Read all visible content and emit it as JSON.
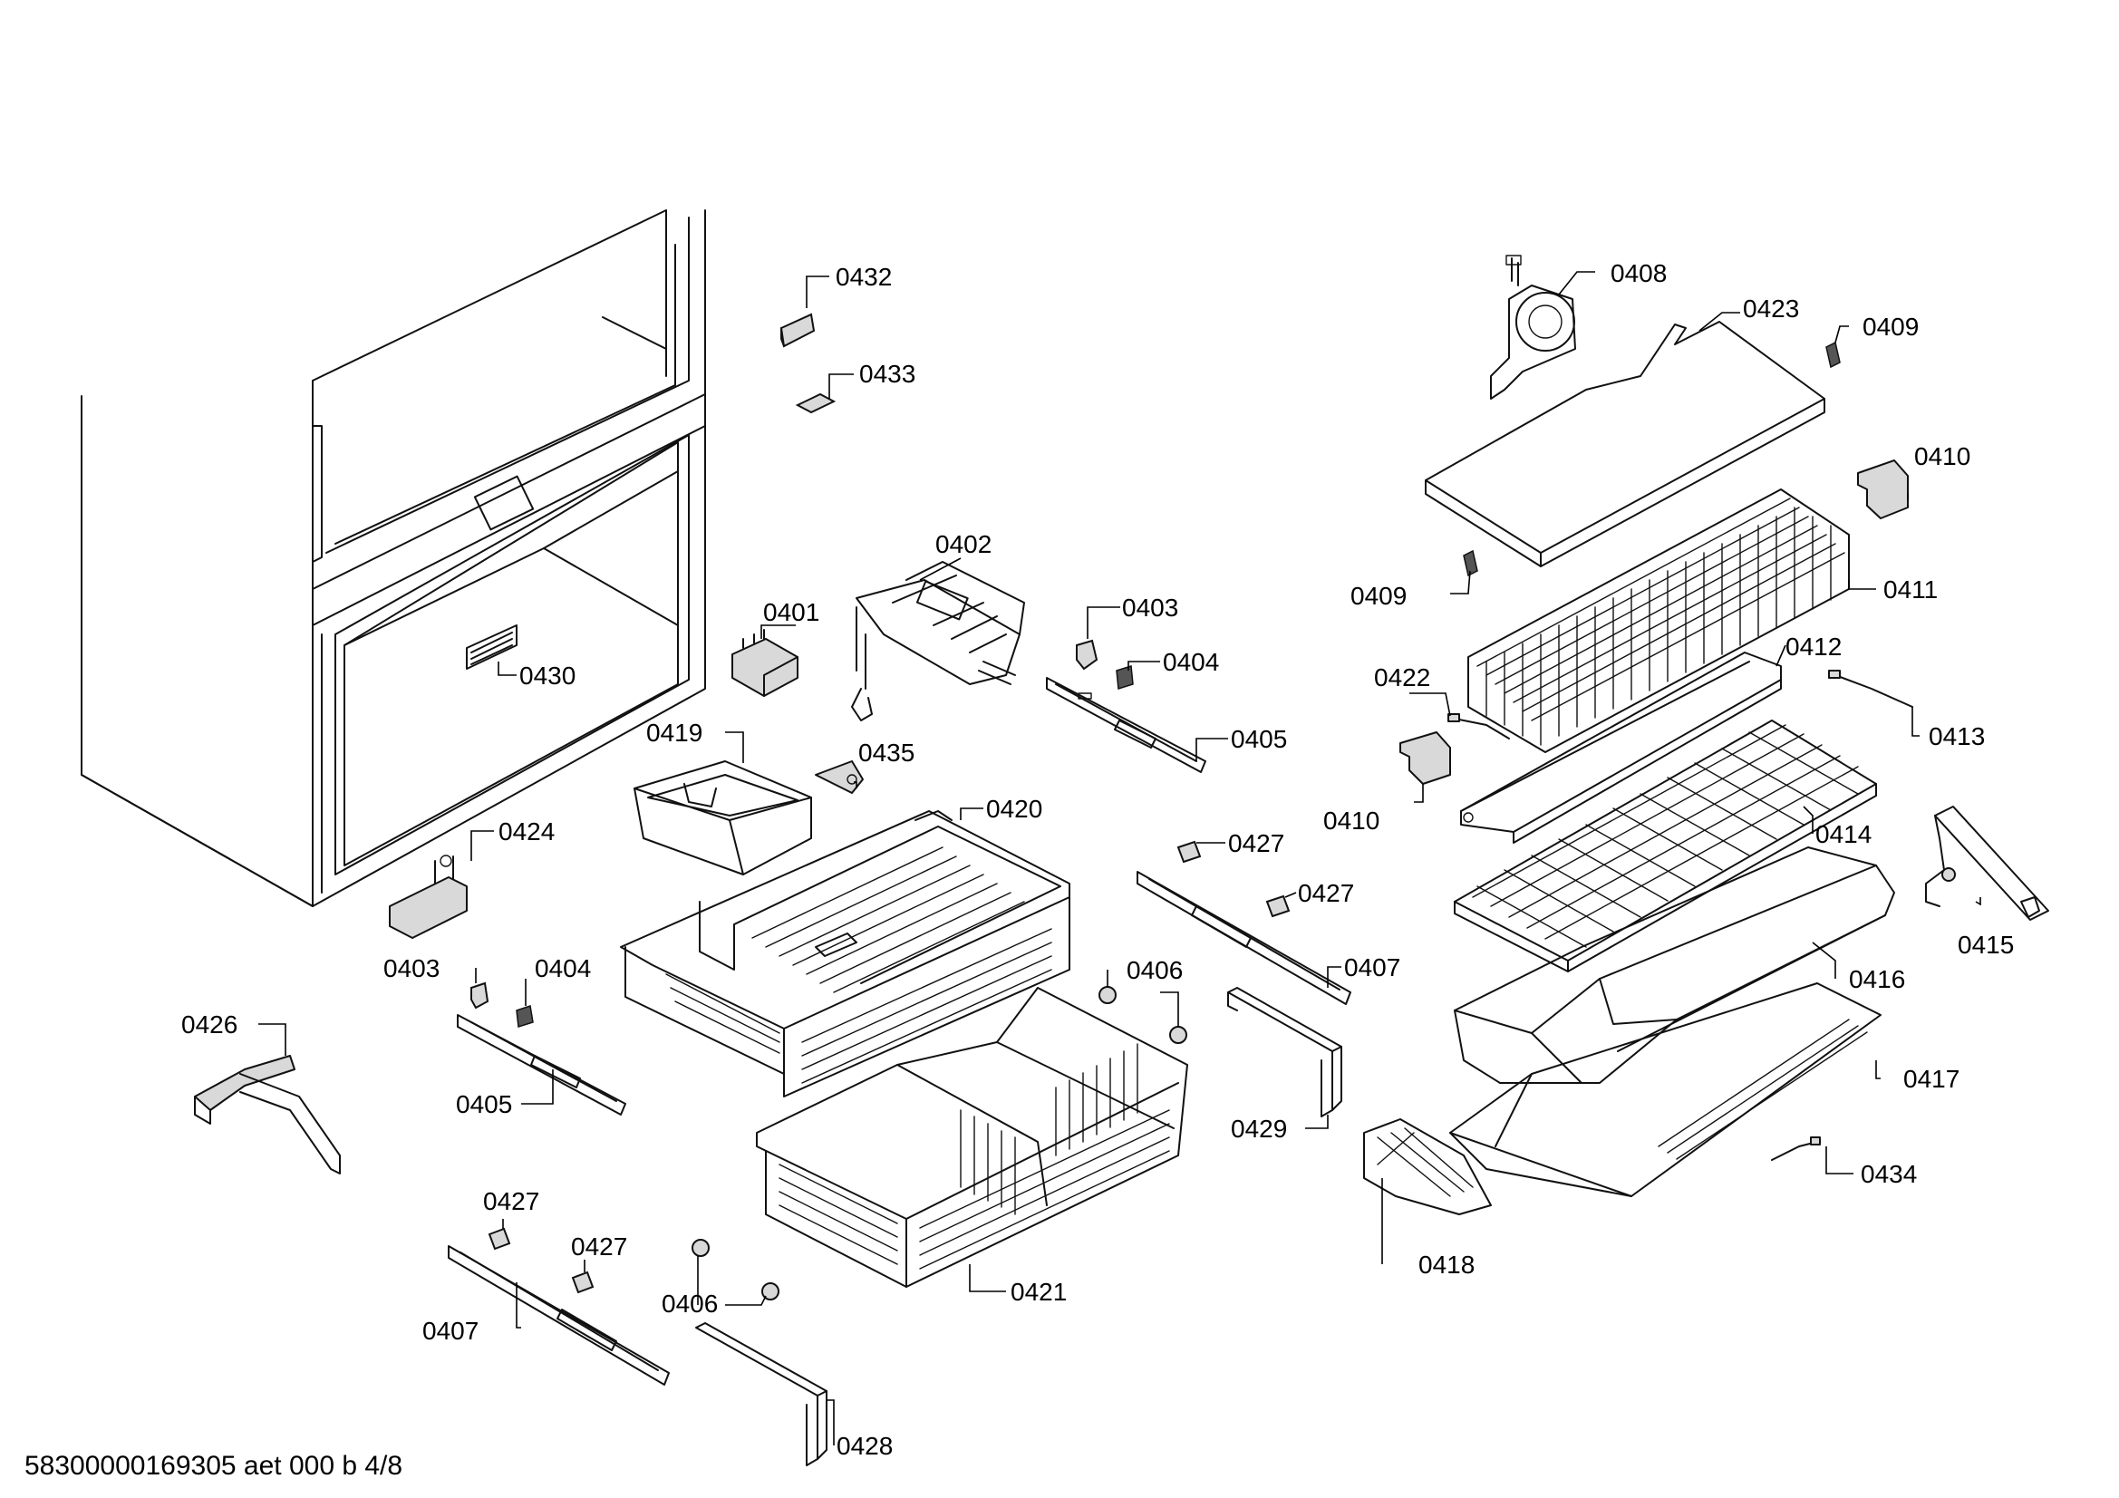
{
  "footer": {
    "doc_code": "58300000169305 aet 000 b 4/8"
  },
  "callouts": [
    {
      "id": "0432",
      "label": "0432"
    },
    {
      "id": "0433",
      "label": "0433"
    },
    {
      "id": "0402",
      "label": "0402"
    },
    {
      "id": "0401",
      "label": "0401"
    },
    {
      "id": "0403a",
      "label": "0403"
    },
    {
      "id": "0404a",
      "label": "0404"
    },
    {
      "id": "0405a",
      "label": "0405"
    },
    {
      "id": "0430",
      "label": "0430"
    },
    {
      "id": "0419",
      "label": "0419"
    },
    {
      "id": "0435",
      "label": "0435"
    },
    {
      "id": "0420",
      "label": "0420"
    },
    {
      "id": "0424",
      "label": "0424"
    },
    {
      "id": "0403b",
      "label": "0403"
    },
    {
      "id": "0404b",
      "label": "0404"
    },
    {
      "id": "0405b",
      "label": "0405"
    },
    {
      "id": "0426",
      "label": "0426"
    },
    {
      "id": "0427a",
      "label": "0427"
    },
    {
      "id": "0427b",
      "label": "0427"
    },
    {
      "id": "0407a",
      "label": "0407"
    },
    {
      "id": "0406a",
      "label": "0406"
    },
    {
      "id": "0429",
      "label": "0429"
    },
    {
      "id": "0421",
      "label": "0421"
    },
    {
      "id": "0427c",
      "label": "0427"
    },
    {
      "id": "0427d",
      "label": "0427"
    },
    {
      "id": "0406b",
      "label": "0406"
    },
    {
      "id": "0407b",
      "label": "0407"
    },
    {
      "id": "0428",
      "label": "0428"
    },
    {
      "id": "0408",
      "label": "0408"
    },
    {
      "id": "0423",
      "label": "0423"
    },
    {
      "id": "0409a",
      "label": "0409"
    },
    {
      "id": "0410a",
      "label": "0410"
    },
    {
      "id": "0409b",
      "label": "0409"
    },
    {
      "id": "0411",
      "label": "0411"
    },
    {
      "id": "0422",
      "label": "0422"
    },
    {
      "id": "0412",
      "label": "0412"
    },
    {
      "id": "0413",
      "label": "0413"
    },
    {
      "id": "0410b",
      "label": "0410"
    },
    {
      "id": "0414",
      "label": "0414"
    },
    {
      "id": "0415",
      "label": "0415"
    },
    {
      "id": "0416",
      "label": "0416"
    },
    {
      "id": "0417",
      "label": "0417"
    },
    {
      "id": "0434",
      "label": "0434"
    },
    {
      "id": "0418",
      "label": "0418"
    }
  ],
  "icons": {
    "fridge_body": "fridge-cabinet-illustration",
    "fan": "fan-motor-illustration",
    "evaporator": "evaporator-coil-illustration"
  }
}
